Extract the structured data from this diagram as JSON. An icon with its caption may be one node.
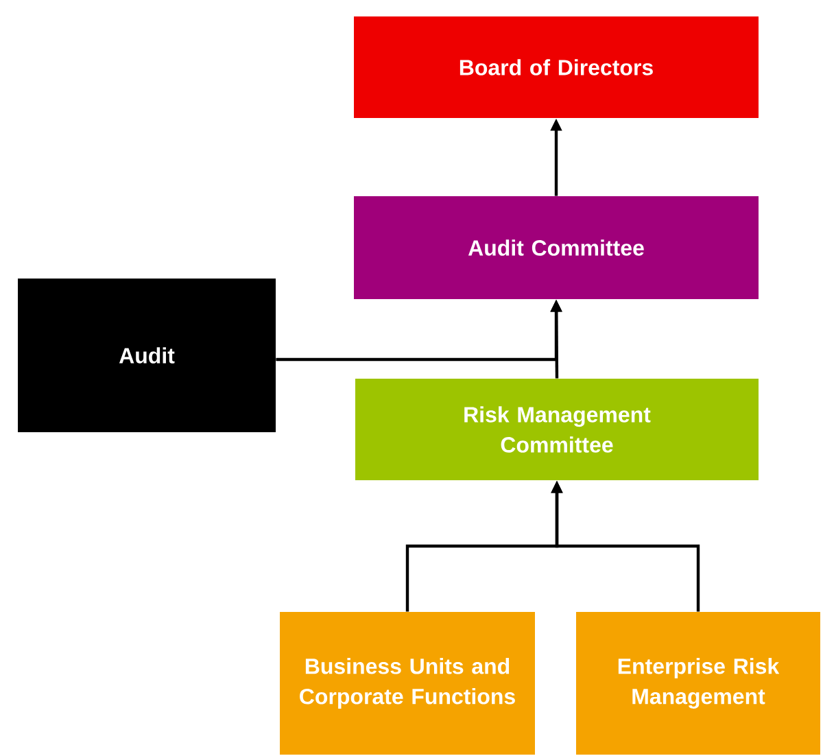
{
  "diagram": {
    "nodes": [
      {
        "text": [
          "Board of Directors"
        ]
      },
      {
        "text": [
          "Audit Committee"
        ]
      },
      {
        "text": [
          "Audit"
        ]
      },
      {
        "text": [
          "Risk Management Committee"
        ]
      },
      {
        "text": [
          "Business Units and Corporate Functions"
        ]
      },
      {
        "text": [
          "Enterprise Risk Management"
        ]
      }
    ],
    "edges": [
      {
        "from": 1,
        "to": 0,
        "arrow": "to"
      },
      {
        "from": 3,
        "to": 1,
        "arrow": "to"
      },
      {
        "from": 2,
        "to": 1,
        "arrow": "to"
      },
      {
        "from": 4,
        "to": 3,
        "arrow": "to"
      },
      {
        "from": 5,
        "to": 3,
        "arrow": "to"
      }
    ]
  }
}
